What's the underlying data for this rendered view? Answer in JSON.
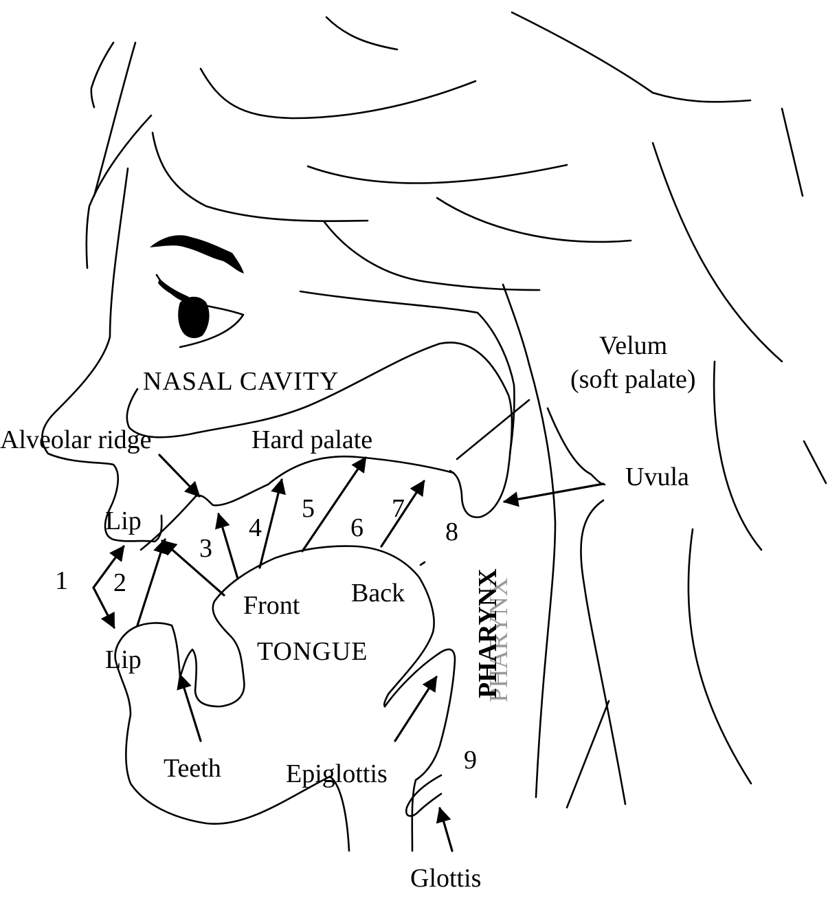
{
  "labels": {
    "nasal_cavity": "NASAL CAVITY",
    "alveolar_ridge": "Alveolar ridge",
    "hard_palate": "Hard palate",
    "velum_line1": "Velum",
    "velum_line2": "(soft palate)",
    "uvula": "Uvula",
    "lip_upper": "Lip",
    "lip_lower": "Lip",
    "front": "Front",
    "back": "Back",
    "tongue": "TONGUE",
    "pharynx": "PHARYNX",
    "teeth": "Teeth",
    "epiglottis": "Epiglottis",
    "glottis": "Glottis"
  },
  "places": {
    "n1": "1",
    "n2": "2",
    "n3": "3",
    "n4": "4",
    "n5": "5",
    "n6": "6",
    "n7": "7",
    "n8": "8",
    "n9": "9"
  }
}
